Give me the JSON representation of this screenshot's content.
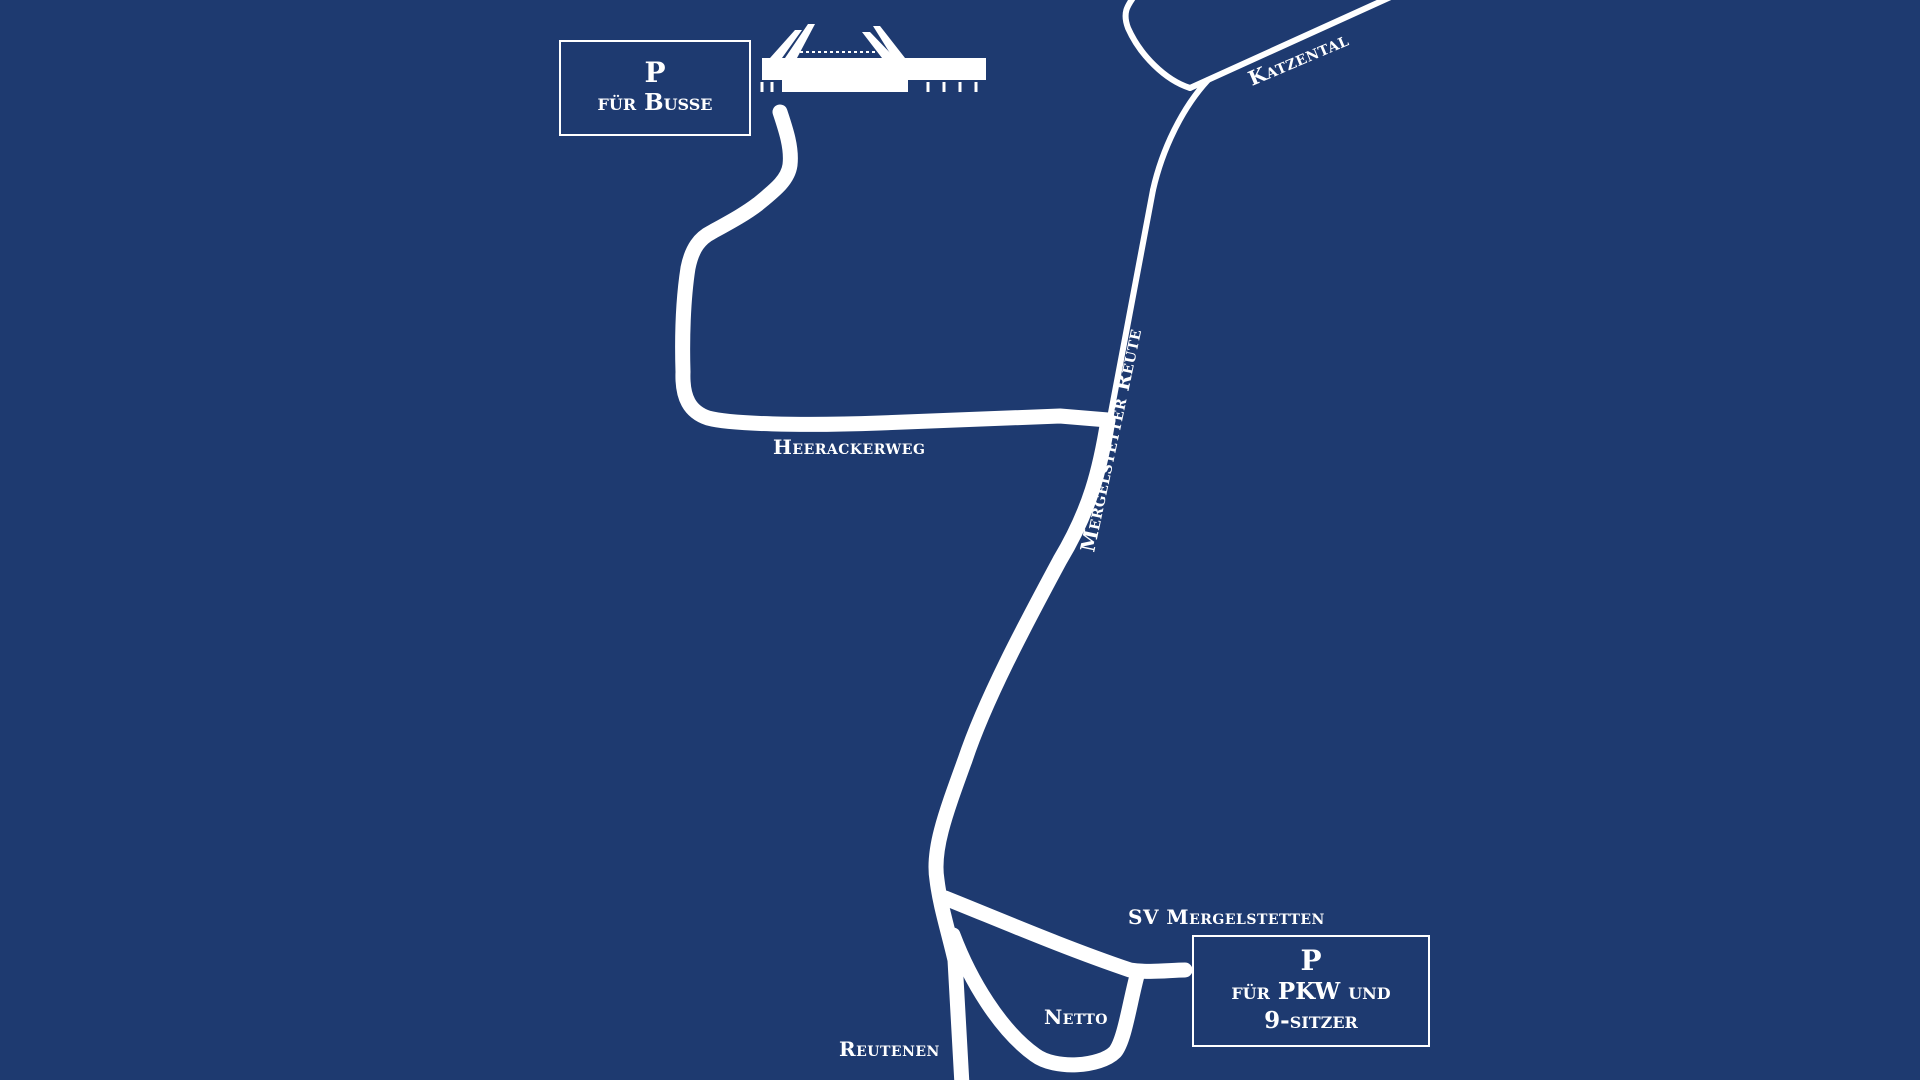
{
  "map": {
    "background_color": "#1e3a70",
    "road_color": "#ffffff",
    "streets": {
      "katzental": "Katzental",
      "mergelstetter_reute": "Mergelstetter Reute",
      "heerackerweg": "Heerackerweg",
      "sv_mergelstetten": "SV Mergelstetten",
      "netto": "Netto",
      "reutenen": "Reutenen"
    },
    "parking": {
      "bus": {
        "symbol": "P",
        "label": "für Busse"
      },
      "car": {
        "symbol": "P",
        "label": "für PKW und\n9-sitzer"
      }
    },
    "landmark_icon": "stadium-icon"
  }
}
